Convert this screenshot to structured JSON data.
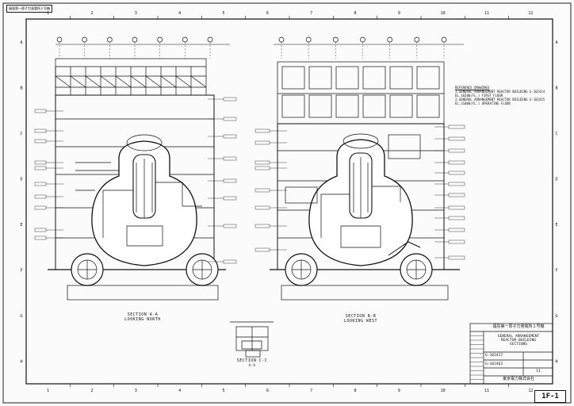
{
  "stamp": "福島第一原子力発電所１号機",
  "sheet_no": "1F-1",
  "sections": {
    "aa": {
      "title": "SECTION A-A",
      "sub": "LOOKING NORTH"
    },
    "bb": {
      "title": "SECTION B-B",
      "sub": "LOOKING WEST"
    },
    "cc": {
      "title": "SECTION C-C",
      "sub": "A-A"
    }
  },
  "title_block": {
    "plant": "福島第一原子力発電所１号機",
    "title_lines": [
      "GENERAL ARRANGEMENT",
      "REACTOR BUILDING",
      "SECTIONS"
    ],
    "drawing_no_1": "G-102417",
    "drawing_no_2": "G-102462",
    "company": "東京電力株式会社",
    "rev": "11"
  },
  "reference": {
    "heading": "REFERENCE DRAWINGS",
    "lines": [
      "1.GENERAL ARRANGEMENT REACTOR BUILDING  G-102414",
      "  EL.10200(FL.) FIRST FLOOR",
      "2.GENERAL ARRANGEMENT REACTOR BUILDING  G-102415",
      "  EL.31000(FL.) OPERATING FLOOR"
    ]
  },
  "grid_top": [
    "1",
    "2",
    "3",
    "4",
    "5",
    "6",
    "7",
    "8",
    "9",
    "10",
    "11",
    "12"
  ],
  "grid_side": [
    "A",
    "B",
    "C",
    "D",
    "E",
    "F",
    "G",
    "H"
  ],
  "colors": {
    "ink": "#111111",
    "paper": "#fbfbfb"
  }
}
